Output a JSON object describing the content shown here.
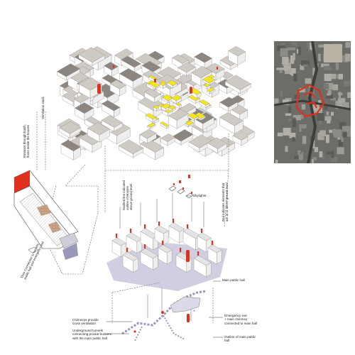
{
  "labels": {
    "ventilation_stack": "Ventilation stack",
    "entrance_trough": "Entrance through hatch,\nfloors inside the houses",
    "door_connection": "Door Connection to tunnels,\npublic hall and emergency exit",
    "dashed_line": "Dashed line indicated\noutline of Houses\nabove ground level",
    "skylights": "Skylights",
    "red_indicates": "Red indicates elements that\nare at or above ground level",
    "main_public_hall": "Main public hall",
    "chimneys": "Chimneys provide\ncross ventilation",
    "underground_tunnels": "Underground tunnels\nconnecting private bunkers\nwith the main public hall",
    "emergency_exit": "Emergency exit\n+ main chimney\nconnected to main hall",
    "outline_hall": "Outline of main public\nhall"
  },
  "colors": {
    "highlight": "#f4e81c",
    "red": "#e0301e",
    "roof_gray": "#cfcac4",
    "roof_dark": "#8d8680",
    "wall": "#ffffff",
    "underground": "#a9a6c6",
    "line": "#555555"
  }
}
